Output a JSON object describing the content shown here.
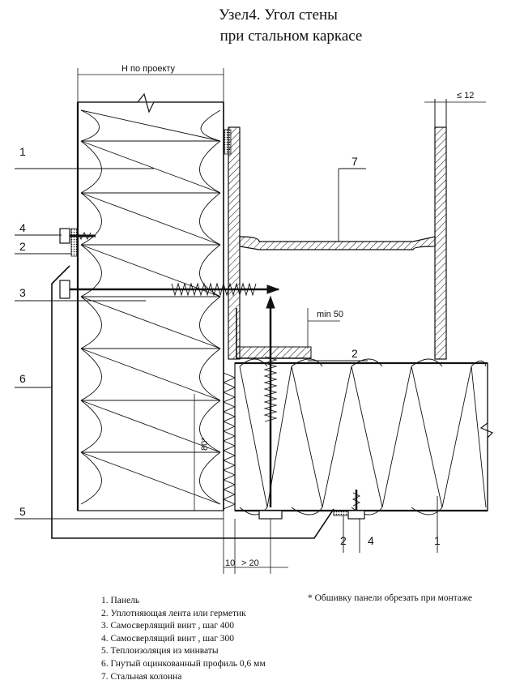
{
  "title": {
    "line1": "Узел4. Угол стены",
    "line2": "при стальном каркасе"
  },
  "dimensions": {
    "h_label": "Н по проекту",
    "le12": "≤ 12",
    "min50": "min 50",
    "d80": "80*",
    "d10": "10",
    "d20": "> 20"
  },
  "callouts": {
    "c1a": "1",
    "c4a": "4",
    "c2a": "2",
    "c3": "3",
    "c6": "6",
    "c5": "5",
    "c7": "7",
    "c2b": "2",
    "c2c": "2",
    "c4b": "4",
    "c1b": "1"
  },
  "legend": [
    "1.  Панель",
    "2.  Уплотняющая лента или герметик",
    "3.  Самосверлящий винт , шаг 400",
    "4.  Самосверлящий винт , шаг 300",
    "5.  Теплоизоляция из минваты",
    "6.  Гнутый оцинкованный профиль 0,6 мм",
    "7.  Стальная колонна"
  ],
  "note": "* Обшивку панели обрезать при монтаже"
}
